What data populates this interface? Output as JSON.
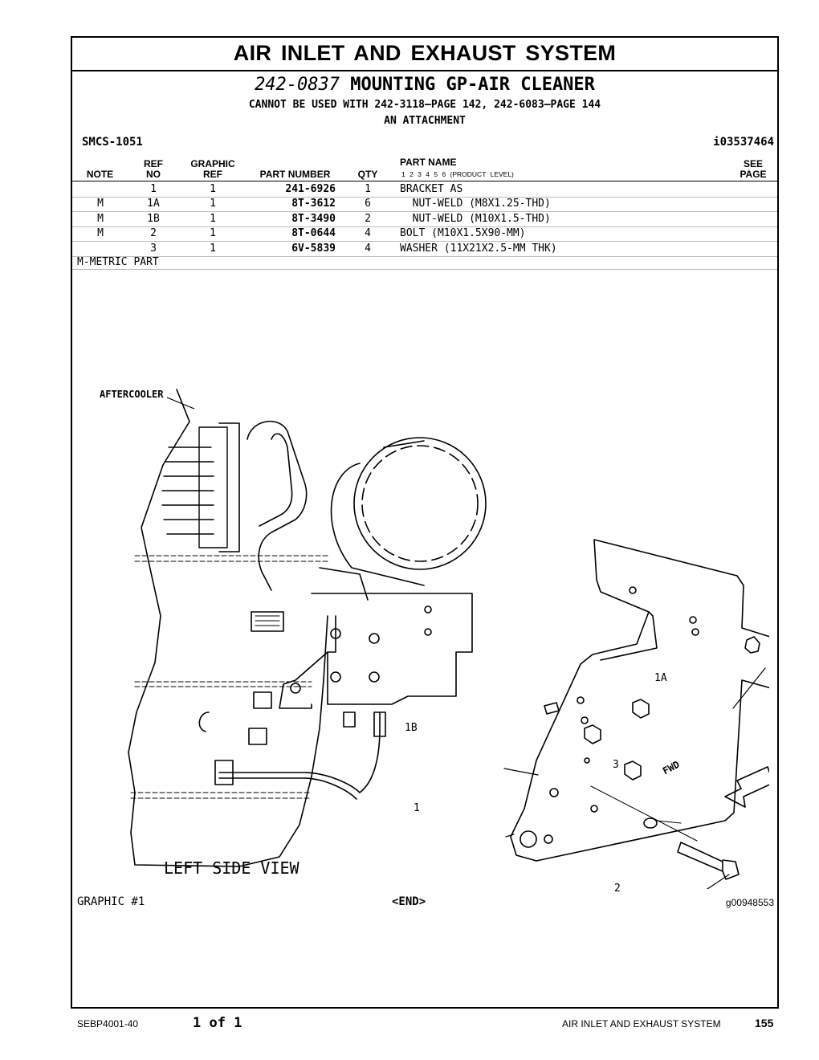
{
  "header": {
    "title": "AIR INLET AND EXHAUST SYSTEM",
    "part_number": "242-0837",
    "part_title": "MOUNTING GP-AIR CLEANER",
    "note1": "CANNOT BE USED WITH 242-3118—PAGE 142, 242-6083—PAGE 144",
    "note2": "AN ATTACHMENT",
    "smcs": "SMCS-1051",
    "doc_id": "i03537464"
  },
  "table": {
    "headers": {
      "note": "NOTE",
      "ref_top": "REF",
      "ref_bottom": "NO",
      "graphic_top": "GRAPHIC",
      "graphic_bottom": "REF",
      "part_number": "PART NUMBER",
      "qty": "QTY",
      "part_name": "PART NAME",
      "product_level": "1 2 3 4 5 6 (PRODUCT LEVEL)",
      "see_top": "SEE",
      "see_bottom": "PAGE"
    },
    "rows": [
      {
        "note": "",
        "ref": "1",
        "gref": "1",
        "part": "241-6926",
        "qty": "1",
        "name": "BRACKET AS"
      },
      {
        "note": "M",
        "ref": "1A",
        "gref": "1",
        "part": "8T-3612",
        "qty": "6",
        "name": "  NUT-WELD (M8X1.25-THD)"
      },
      {
        "note": "M",
        "ref": "1B",
        "gref": "1",
        "part": "8T-3490",
        "qty": "2",
        "name": "  NUT-WELD (M10X1.5-THD)"
      },
      {
        "note": "M",
        "ref": "2",
        "gref": "1",
        "part": "8T-0644",
        "qty": "4",
        "name": "BOLT (M10X1.5X90-MM)"
      },
      {
        "note": "",
        "ref": "3",
        "gref": "1",
        "part": "6V-5839",
        "qty": "4",
        "name": "WASHER (11X21X2.5-MM THK)"
      }
    ],
    "metric_note": "M-METRIC PART"
  },
  "graphic": {
    "callouts": {
      "aftercooler": "AFTERCOOLER",
      "c1": "1",
      "c1a": "1A",
      "c1b": "1B",
      "c2": "2",
      "c3": "3",
      "fwd": "FWD",
      "view": "LEFT SIDE VIEW"
    },
    "label": "GRAPHIC #1",
    "end": "<END>",
    "id": "g00948553"
  },
  "footer": {
    "doc": "SEBP4001-40",
    "page_of": "1 of 1",
    "section": "AIR INLET AND EXHAUST SYSTEM",
    "page": "155"
  }
}
